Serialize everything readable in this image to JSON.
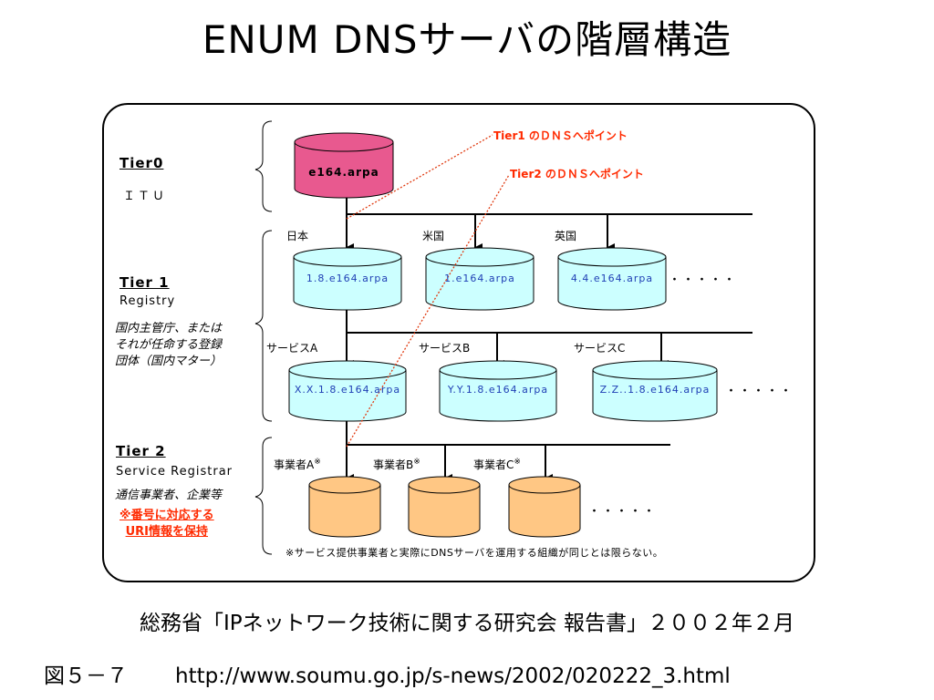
{
  "slide": {
    "title": "ENUM DNSサーバの階層構造"
  },
  "tiers": {
    "tier0": {
      "label": "Tier0",
      "sub": "ＩＴＵ"
    },
    "tier1": {
      "label": "Tier 1",
      "sub": "Registry",
      "note": [
        "国内主管庁、または",
        "それが任命する登録",
        "団体（国内マター）"
      ]
    },
    "tier2": {
      "label": "Tier 2",
      "sub": "Service Registrar",
      "note": "通信事業者、企業等",
      "highlight": [
        "※番号に対応する",
        "URI情報を保持"
      ]
    }
  },
  "callouts": {
    "tier1_pointer": "Tier1 のＤＮＳへポイント",
    "tier2_pointer": "Tier2 のＤＮＳへポイント"
  },
  "nodes": {
    "root": "e164.arpa",
    "countries": [
      {
        "label": "日本",
        "db": "1.8.e164.arpa"
      },
      {
        "label": "米国",
        "db": "1.e164.arpa"
      },
      {
        "label": "英国",
        "db": "4.4.e164.arpa"
      }
    ],
    "country_more": "・・・・・",
    "services": [
      {
        "label": "サービスA",
        "db": "X.X.1.8.e164.arpa"
      },
      {
        "label": "サービスB",
        "db": "Y.Y.1.8.e164.arpa"
      },
      {
        "label": "サービスC",
        "db": "Z.Z..1.8.e164.arpa"
      }
    ],
    "service_more": "・・・・・",
    "operators": [
      {
        "label": "事業者A",
        "mark": "※"
      },
      {
        "label": "事業者B",
        "mark": "※"
      },
      {
        "label": "事業者C",
        "mark": "※"
      }
    ],
    "operator_more": "・・・・・"
  },
  "diagram_note": "※サービス提供事業者と実際にDNSサーバを運用する組織が同じとは限らない。",
  "footer": {
    "source": "総務省「IPネットワーク技術に関する研究会 報告書」２００２年２月",
    "figure": "図５－７",
    "url": "http://www.soumu.go.jp/s-news/2002/020222_3.html"
  },
  "colors": {
    "root_db": "#e8598f",
    "country_db": "#ccffff",
    "service_db": "#ccffff",
    "operator_db": "#ffc784",
    "db_text": "#1f3fb5",
    "callout": "#ff2a00"
  }
}
